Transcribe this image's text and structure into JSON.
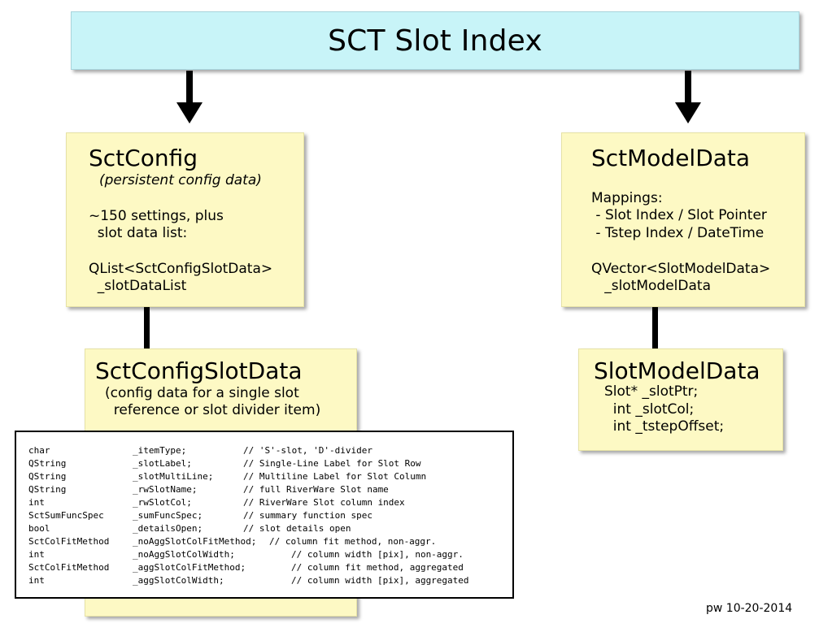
{
  "title": "SCT Slot Index",
  "footer": "pw 10-20-2014",
  "sct_config": {
    "heading": "SctConfig",
    "subtitle": "(persistent config data)",
    "lines": [
      "~150 settings, plus",
      "  slot data list:",
      "QList<SctConfigSlotData>",
      "  _slotDataList"
    ]
  },
  "sct_model_data": {
    "heading": "SctModelData",
    "lines": [
      "Mappings:",
      " - Slot Index / Slot Pointer",
      " - Tstep Index / DateTime",
      "QVector<SlotModelData>",
      "   _slotModelData"
    ]
  },
  "sct_config_slot_data": {
    "heading": "SctConfigSlotData",
    "lines": [
      "(config data for a single slot",
      "  reference or slot divider item)"
    ],
    "fields": [
      {
        "type": "char",
        "name": "_itemType;",
        "comment": "// 'S'-slot, 'D'-divider"
      },
      {
        "type": "QString",
        "name": "_slotLabel;",
        "comment": "// Single-Line Label for Slot Row"
      },
      {
        "type": "QString",
        "name": "_slotMultiLine;",
        "comment": "// Multiline Label for Slot Column"
      },
      {
        "type": "QString",
        "name": "_rwSlotName;",
        "comment": "// full RiverWare Slot name"
      },
      {
        "type": "int",
        "name": "_rwSlotCol;",
        "comment": "// RiverWare Slot column index"
      },
      {
        "type": "SctSumFuncSpec",
        "name": "_sumFuncSpec;",
        "comment": "// summary function spec"
      },
      {
        "type": "bool",
        "name": "_detailsOpen;",
        "comment": "// slot details open"
      },
      {
        "type": "SctColFitMethod",
        "name": "_noAggSlotColFitMethod;",
        "comment": "// column fit method, non-aggr."
      },
      {
        "type": "int",
        "name": "_noAggSlotColWidth;",
        "comment": "// column width [pix], non-aggr."
      },
      {
        "type": "SctColFitMethod",
        "name": "_aggSlotColFitMethod;",
        "comment": "// column fit method, aggregated"
      },
      {
        "type": "int",
        "name": "_aggSlotColWidth;",
        "comment": "// column width [pix], aggregated"
      }
    ]
  },
  "slot_model_data": {
    "heading": "SlotModelData",
    "lines": [
      "Slot* _slotPtr;",
      "  int _slotCol;",
      "  int _tstepOffset;"
    ]
  }
}
